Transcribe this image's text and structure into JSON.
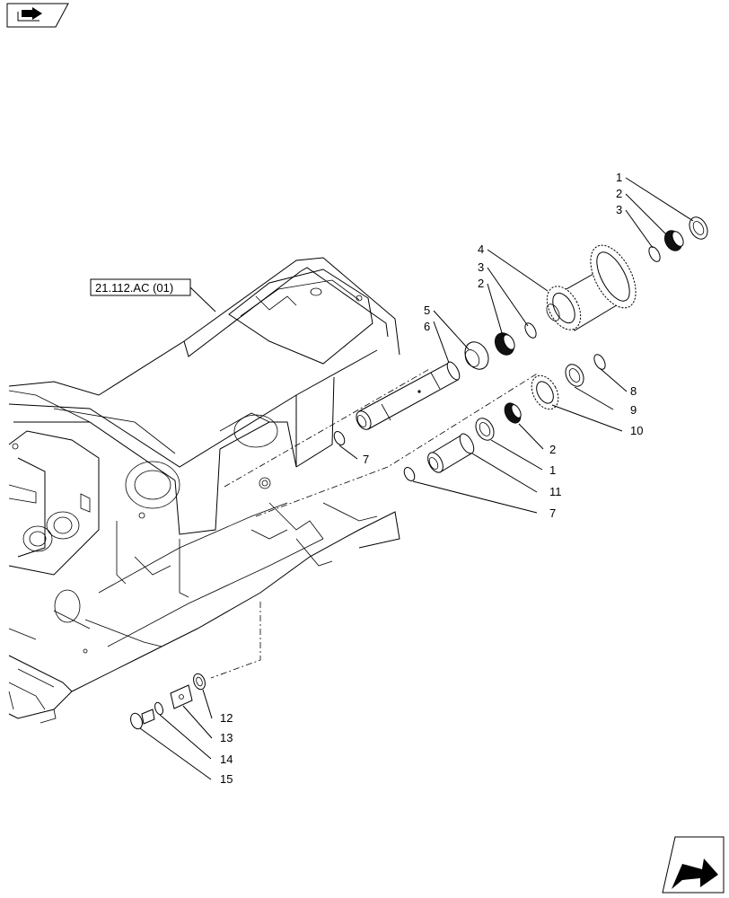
{
  "reference_label": "21.112.AC (01)",
  "callouts": {
    "c1_top": "1",
    "c2_top": "2",
    "c3_top": "3",
    "c4": "4",
    "c3_mid": "3",
    "c2_mid": "2",
    "c5": "5",
    "c6": "6",
    "c7_upper": "7",
    "c8": "8",
    "c9": "9",
    "c10": "10",
    "c2_low": "2",
    "c1_low": "1",
    "c11": "11",
    "c7_lower": "7",
    "c12": "12",
    "c13": "13",
    "c14": "14",
    "c15": "15"
  },
  "icons": {
    "top_left": "book-with-arrow-icon",
    "bottom_right": "next-page-arrow-icon"
  }
}
